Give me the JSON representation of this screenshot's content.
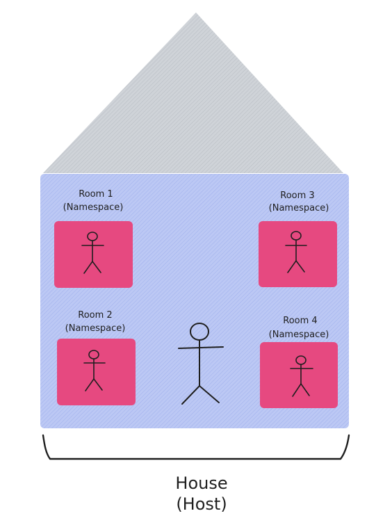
{
  "house": {
    "label_line1": "House",
    "label_line2": "(Host)"
  },
  "rooms": [
    {
      "title": "Room 1",
      "subtitle": "(Namespace)"
    },
    {
      "title": "Room 2",
      "subtitle": "(Namespace)"
    },
    {
      "title": "Room 3",
      "subtitle": "(Namespace)"
    },
    {
      "title": "Room 4",
      "subtitle": "(Namespace)"
    }
  ],
  "colors": {
    "roof": "#c8cdd2",
    "house_body": "#b3c1f2",
    "room": "#e64980",
    "ink": "#1e1e1e"
  }
}
